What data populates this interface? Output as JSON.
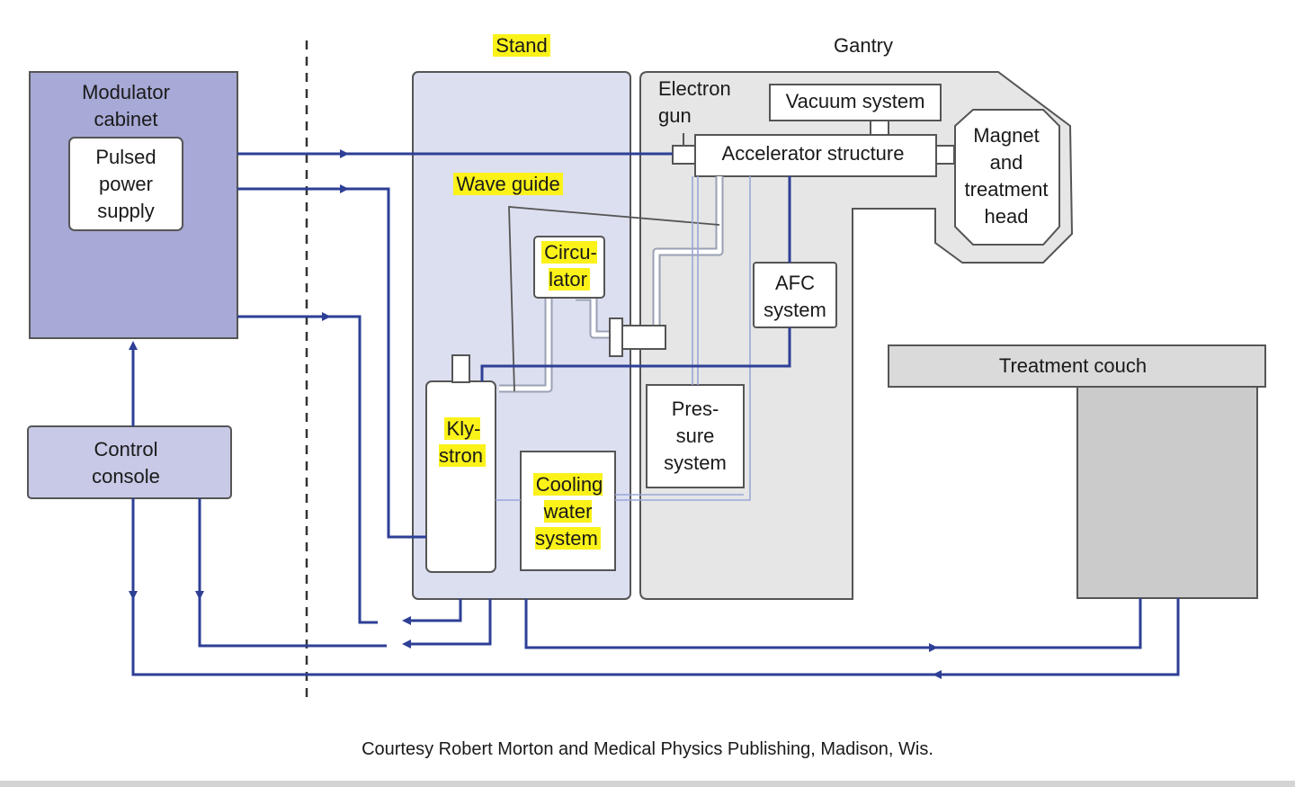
{
  "labels": {
    "stand": "Stand",
    "gantry": "Gantry",
    "modulator_cabinet": "Modulator\ncabinet",
    "pulsed_power_supply": "Pulsed\npower\nsupply",
    "control_console": "Control\nconsole",
    "electron_gun": "Electron\ngun",
    "vacuum_system": "Vacuum system",
    "accelerator_structure": "Accelerator structure",
    "magnet_head": "Magnet\nand\ntreatment\nhead",
    "wave_guide": "Wave guide",
    "circulator": "Circu-\nlator",
    "afc_system": "AFC\nsystem",
    "klystron": "Kly-\nstron",
    "pressure_system": "Pres-\nsure\nsystem",
    "cooling_water": "Cooling\nwater\nsystem",
    "treatment_couch": "Treatment couch"
  },
  "caption": "Courtesy Robert Morton and Medical Physics Publishing, Madison, Wis.",
  "colors": {
    "line": "#2e3f96",
    "highlight": "#fbf21a",
    "modulator_fill": "#a7a9d6",
    "console_fill": "#c7c9e6",
    "stand_fill": "#dcdff0",
    "gantry_fill": "#e6e6e6",
    "couch_top": "#dadada",
    "couch_base": "#cbcbcb"
  }
}
